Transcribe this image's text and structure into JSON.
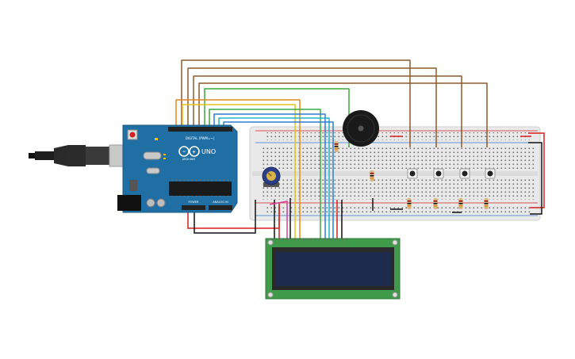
{
  "arduino": {
    "logo_text": "UNO",
    "brand_text": "ARDUINO",
    "digital_header_text": "DIGITAL (PWM=~)",
    "power_header_text": "POWER",
    "analog_header_text": "ANALOG IN",
    "board_color": "#1f6fa5",
    "board_edge_color": "#185a87",
    "header_color": "#222222"
  },
  "colors": {
    "wire_brown": "#8b5a2b",
    "wire_orange": "#e08a1e",
    "wire_yellow": "#e6c21a",
    "wire_green": "#3caa3c",
    "wire_blue": "#2e7bd6",
    "wire_cyan": "#22b3c9",
    "wire_red": "#d42020",
    "wire_black": "#111111",
    "wire_pink": "#d6409c",
    "breadboard": "#e9e9e9",
    "lcd_board": "#3f9a4a",
    "lcd_screen": "#1d2b4c",
    "buzzer": "#1a1a1a"
  },
  "icons": {
    "usb_cable": "usb-cable-icon",
    "potentiometer": "potentiometer-icon",
    "buzzer": "buzzer-icon",
    "push_button": "push-button-icon",
    "resistor": "resistor-icon"
  }
}
